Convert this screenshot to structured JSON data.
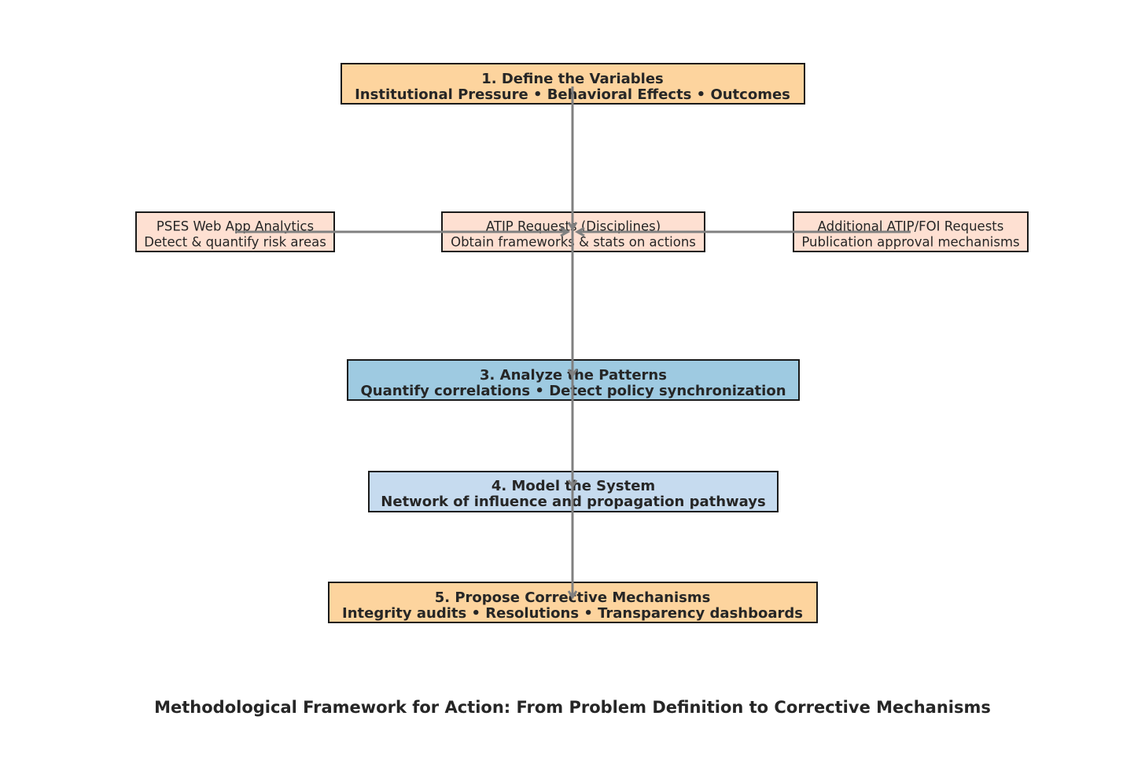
{
  "caption": "Methodological Framework for Action: From Problem Definition to Corrective Mechanisms",
  "colors": {
    "orange": "#fdd49e",
    "salmon": "#fee0d2",
    "blue": "#9ecae1",
    "light_blue": "#c6dbef",
    "arrow": "#808080",
    "border": "#1a1a1a"
  },
  "nodes": {
    "define": {
      "line1": "1. Define the Variables",
      "line2": "Institutional Pressure • Behavioral Effects • Outcomes"
    },
    "pses": {
      "line1": "PSES Web App Analytics",
      "line2": "Detect & quantify risk areas"
    },
    "atip": {
      "line1": "ATIP Requests (Disciplines)",
      "line2": "Obtain frameworks & stats on actions"
    },
    "additional": {
      "line1": "Additional ATIP/FOI Requests",
      "line2": "Publication approval mechanisms"
    },
    "analyze": {
      "line1": "3. Analyze the Patterns",
      "line2": "Quantify correlations • Detect policy synchronization"
    },
    "model": {
      "line1": "4. Model the System",
      "line2": "Network of influence and propagation pathways"
    },
    "propose": {
      "line1": "5. Propose Corrective Mechanisms",
      "line2": "Integrity audits • Resolutions • Transparency dashboards"
    }
  }
}
